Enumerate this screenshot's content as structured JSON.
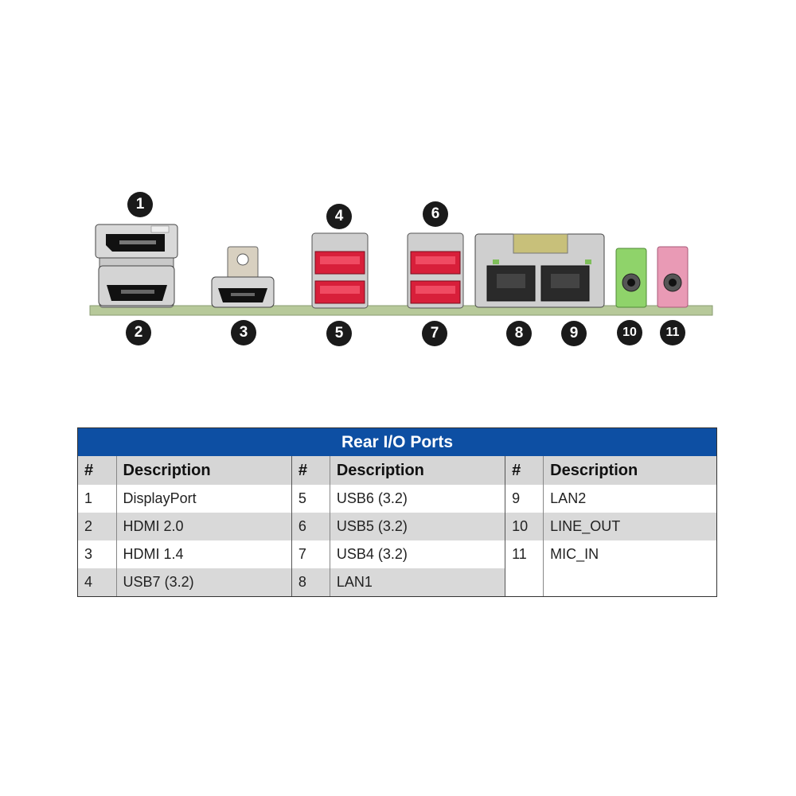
{
  "callouts": [
    {
      "id": "1",
      "port": "DisplayPort"
    },
    {
      "id": "2",
      "port": "HDMI 2.0"
    },
    {
      "id": "3",
      "port": "HDMI 1.4"
    },
    {
      "id": "4",
      "port": "USB7 (3.2)"
    },
    {
      "id": "5",
      "port": "USB6 (3.2)"
    },
    {
      "id": "6",
      "port": "USB5 (3.2)"
    },
    {
      "id": "7",
      "port": "USB4 (3.2)"
    },
    {
      "id": "8",
      "port": "LAN1"
    },
    {
      "id": "9",
      "port": "LAN2"
    },
    {
      "id": "10",
      "port": "LINE_OUT"
    },
    {
      "id": "11",
      "port": "MIC_IN"
    }
  ],
  "table": {
    "title": "Rear I/O Ports",
    "headers": {
      "num": "#",
      "desc": "Description"
    },
    "rows": [
      [
        {
          "n": "1",
          "d": "DisplayPort"
        },
        {
          "n": "5",
          "d": "USB6 (3.2)"
        },
        {
          "n": "9",
          "d": "LAN2"
        }
      ],
      [
        {
          "n": "2",
          "d": "HDMI 2.0"
        },
        {
          "n": "6",
          "d": "USB5 (3.2)"
        },
        {
          "n": "10",
          "d": "LINE_OUT"
        }
      ],
      [
        {
          "n": "3",
          "d": "HDMI 1.4"
        },
        {
          "n": "7",
          "d": "USB4 (3.2)"
        },
        {
          "n": "11",
          "d": "MIC_IN"
        }
      ],
      [
        {
          "n": "4",
          "d": "USB7 (3.2)"
        },
        {
          "n": "8",
          "d": "LAN1"
        },
        {
          "n": "",
          "d": ""
        }
      ]
    ]
  },
  "colors": {
    "title_bar": "#0d4fa3",
    "usb_red": "#d81f3a",
    "board_green": "#b7c99a",
    "line_out_green": "#8fd36a",
    "mic_in_pink": "#e99ab5"
  }
}
